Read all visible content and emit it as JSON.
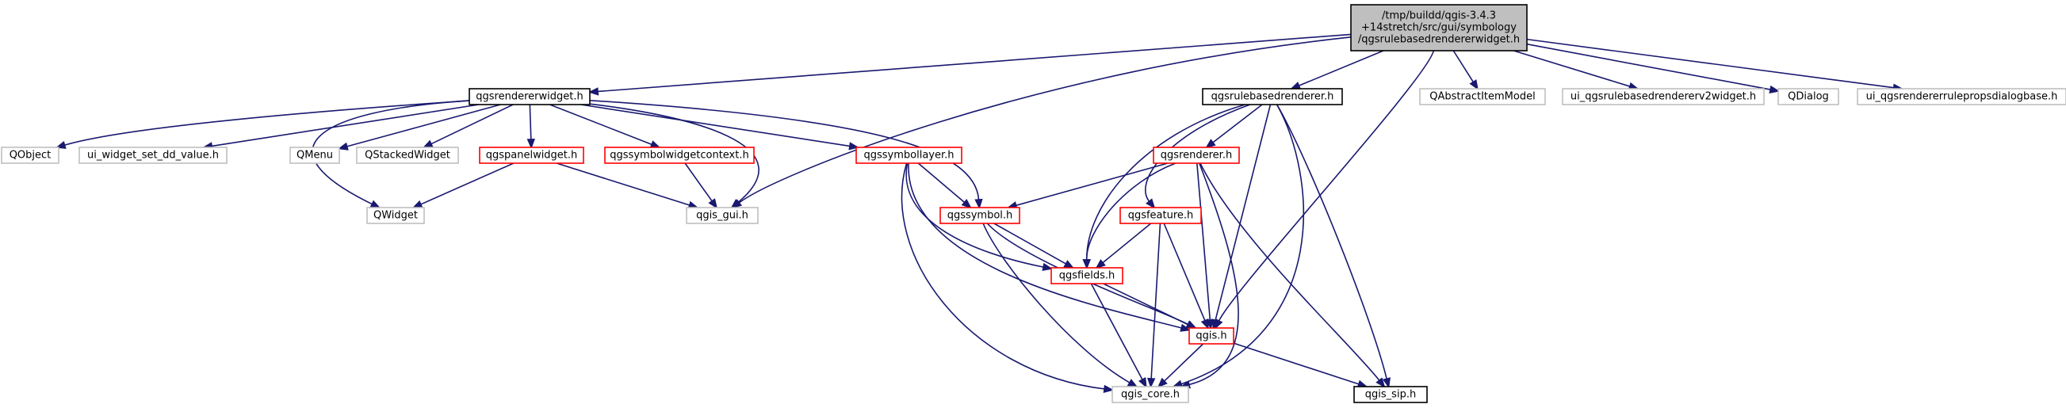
{
  "diagram": {
    "root_label": "/tmp/buildd/qgis-3.4.3\n+14stretch/src/gui/symbology\n/qgsrulebasedrendererwidget.h",
    "colors": {
      "edge": "#191970",
      "root_fill": "#bfbfbf",
      "border_black": "#000000",
      "border_red": "#ff0000",
      "border_gray": "#bfbfbf"
    },
    "nodes": [
      {
        "id": "root",
        "label": "/tmp/buildd/qgis-3.4.3\n+14stretch/src/gui/symbology\n/qgsrulebasedrendererwidget.h",
        "style": "root"
      },
      {
        "id": "qgsrendererwidget",
        "label": "qgsrendererwidget.h",
        "style": "black"
      },
      {
        "id": "qgsrulebasedrenderer",
        "label": "qgsrulebasedrenderer.h",
        "style": "black"
      },
      {
        "id": "QAbstractItemModel",
        "label": "QAbstractItemModel",
        "style": "gray"
      },
      {
        "id": "ui_v2widget",
        "label": "ui_qgsrulebasedrendererv2widget.h",
        "style": "gray"
      },
      {
        "id": "QDialog",
        "label": "QDialog",
        "style": "gray"
      },
      {
        "id": "ui_rendererrule",
        "label": "ui_qgsrendererrulepropsdialogbase.h",
        "style": "gray"
      },
      {
        "id": "QObject",
        "label": "QObject",
        "style": "gray"
      },
      {
        "id": "ui_widget_set",
        "label": "ui_widget_set_dd_value.h",
        "style": "gray"
      },
      {
        "id": "QMenu",
        "label": "QMenu",
        "style": "gray"
      },
      {
        "id": "QStackedWidget",
        "label": "QStackedWidget",
        "style": "gray"
      },
      {
        "id": "qgspanelwidget",
        "label": "qgspanelwidget.h",
        "style": "red"
      },
      {
        "id": "qgssymbolwidgetcontext",
        "label": "qgssymbolwidgetcontext.h",
        "style": "red"
      },
      {
        "id": "qgssymbollayer",
        "label": "qgssymbollayer.h",
        "style": "red"
      },
      {
        "id": "qgsrenderer",
        "label": "qgsrenderer.h",
        "style": "red"
      },
      {
        "id": "QWidget",
        "label": "QWidget",
        "style": "gray"
      },
      {
        "id": "qgis_gui",
        "label": "qgis_gui.h",
        "style": "gray"
      },
      {
        "id": "qgssymbol",
        "label": "qgssymbol.h",
        "style": "red"
      },
      {
        "id": "qgsfeature",
        "label": "qgsfeature.h",
        "style": "red"
      },
      {
        "id": "qgsfields",
        "label": "qgsfields.h",
        "style": "red"
      },
      {
        "id": "qgis",
        "label": "qgis.h",
        "style": "red"
      },
      {
        "id": "qgis_core",
        "label": "qgis_core.h",
        "style": "gray"
      },
      {
        "id": "qgis_sip",
        "label": "qgis_sip.h",
        "style": "black"
      }
    ],
    "edges": [
      [
        "root",
        "qgsrendererwidget"
      ],
      [
        "root",
        "qgis_gui"
      ],
      [
        "root",
        "qgsrulebasedrenderer"
      ],
      [
        "root",
        "qgis"
      ],
      [
        "root",
        "QAbstractItemModel"
      ],
      [
        "root",
        "ui_v2widget"
      ],
      [
        "root",
        "QDialog"
      ],
      [
        "root",
        "ui_rendererrule"
      ],
      [
        "qgsrendererwidget",
        "QObject"
      ],
      [
        "qgsrendererwidget",
        "ui_widget_set"
      ],
      [
        "qgsrendererwidget",
        "QMenu"
      ],
      [
        "qgsrendererwidget",
        "QStackedWidget"
      ],
      [
        "qgsrendererwidget",
        "qgspanelwidget"
      ],
      [
        "qgsrendererwidget",
        "qgssymbolwidgetcontext"
      ],
      [
        "qgsrendererwidget",
        "qgssymbollayer"
      ],
      [
        "qgsrendererwidget",
        "qgssymbol"
      ],
      [
        "qgsrendererwidget",
        "QWidget"
      ],
      [
        "qgsrendererwidget",
        "qgis_gui"
      ],
      [
        "qgspanelwidget",
        "QWidget"
      ],
      [
        "qgspanelwidget",
        "qgis_gui"
      ],
      [
        "qgssymbolwidgetcontext",
        "qgis_gui"
      ],
      [
        "qgssymbollayer",
        "qgssymbol"
      ],
      [
        "qgssymbollayer",
        "qgsfields"
      ],
      [
        "qgssymbollayer",
        "qgis"
      ],
      [
        "qgssymbollayer",
        "qgis_core"
      ],
      [
        "qgsrulebasedrenderer",
        "qgsrenderer"
      ],
      [
        "qgsrulebasedrenderer",
        "qgsfeature"
      ],
      [
        "qgsrulebasedrenderer",
        "qgsfields"
      ],
      [
        "qgsrulebasedrenderer",
        "qgis"
      ],
      [
        "qgsrulebasedrenderer",
        "qgis_core"
      ],
      [
        "qgsrulebasedrenderer",
        "qgis_sip"
      ],
      [
        "qgsrenderer",
        "qgssymbol"
      ],
      [
        "qgsrenderer",
        "qgsfields"
      ],
      [
        "qgsrenderer",
        "qgis"
      ],
      [
        "qgsrenderer",
        "qgis_core"
      ],
      [
        "qgsrenderer",
        "qgis_sip"
      ],
      [
        "qgssymbol",
        "qgsfields"
      ],
      [
        "qgssymbol",
        "qgis"
      ],
      [
        "qgssymbol",
        "qgis_core"
      ],
      [
        "qgsfeature",
        "qgsfields"
      ],
      [
        "qgsfeature",
        "qgis"
      ],
      [
        "qgsfeature",
        "qgis_core"
      ],
      [
        "qgsfields",
        "qgis"
      ],
      [
        "qgsfields",
        "qgis_core"
      ],
      [
        "qgis",
        "qgis_core"
      ],
      [
        "qgis",
        "qgis_sip"
      ]
    ]
  }
}
